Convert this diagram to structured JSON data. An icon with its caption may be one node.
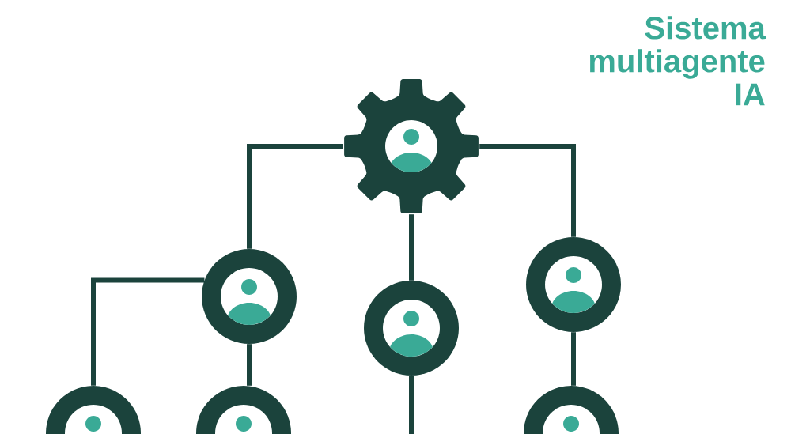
{
  "diagram": {
    "title": "Sistema multiagente IA",
    "nodes": [
      {
        "text": [],
        "shape": "gear"
      },
      {
        "text": [],
        "shape": "circle"
      },
      {
        "text": [],
        "shape": "circle"
      },
      {
        "text": [],
        "shape": "circle"
      },
      {
        "text": [],
        "shape": "circle"
      },
      {
        "text": [],
        "shape": "circle"
      },
      {
        "text": [],
        "shape": "circle"
      }
    ],
    "edges": [
      {
        "from": 0,
        "to": 1,
        "arrow": "none"
      },
      {
        "from": 0,
        "to": 3,
        "arrow": "none"
      },
      {
        "from": 0,
        "to": 2,
        "arrow": "none"
      },
      {
        "from": 1,
        "to": 4,
        "arrow": "none"
      },
      {
        "from": 1,
        "to": 5,
        "arrow": "none"
      },
      {
        "from": 3,
        "to": 6,
        "arrow": "none"
      },
      {
        "from": 2,
        "to": null,
        "arrow": "none"
      }
    ]
  }
}
